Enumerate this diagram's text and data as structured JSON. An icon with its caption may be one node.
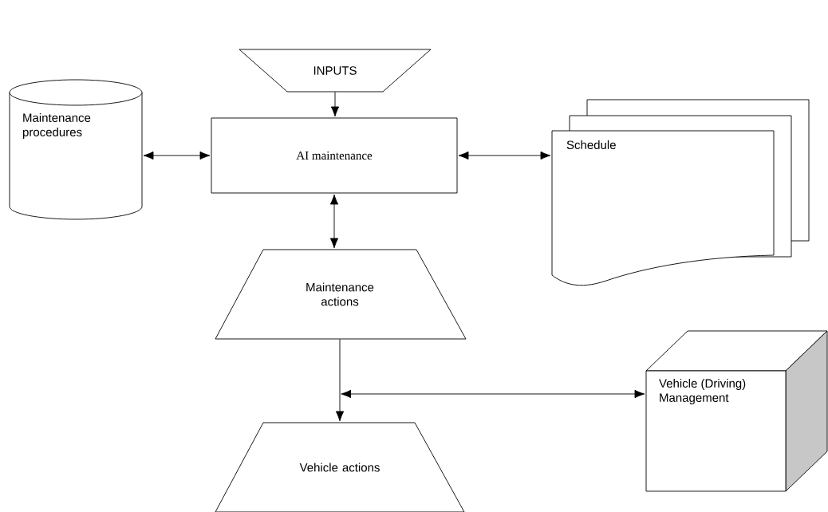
{
  "diagram": {
    "nodes": [
      {
        "text": [
          "INPUTS"
        ]
      },
      {
        "text": [
          "Maintenance procedures"
        ]
      },
      {
        "text": [
          "AI maintenance"
        ]
      },
      {
        "text": [
          "Schedule"
        ]
      },
      {
        "text": [
          "Maintenance actions"
        ]
      },
      {
        "text": [
          "Vehicle (Driving) Management"
        ]
      },
      {
        "text": [
          "Vehicle actions"
        ]
      }
    ],
    "edges": [
      {
        "from": 0,
        "to": 2,
        "arrow": "to"
      },
      {
        "from": 2,
        "to": 1,
        "arrow": "both"
      },
      {
        "from": 2,
        "to": 3,
        "arrow": "both"
      },
      {
        "from": 2,
        "to": 4,
        "arrow": "both"
      },
      {
        "from": 4,
        "to": 6,
        "arrow": "to"
      },
      {
        "from": null,
        "to": 5,
        "arrow": "both"
      }
    ]
  }
}
